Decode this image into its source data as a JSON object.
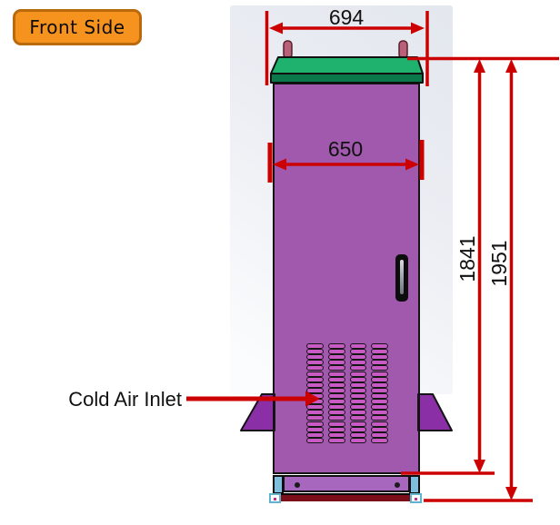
{
  "badge": {
    "label": "Front Side"
  },
  "dimensions": {
    "overall_width": "694",
    "cabinet_width": "650",
    "cabinet_height": "1841",
    "overall_height": "1951"
  },
  "labels": {
    "cold_air_inlet": "Cold Air Inlet"
  },
  "vents": {
    "columns": 4,
    "rows": 18
  },
  "colors": {
    "dimension_red": "#CC0000",
    "badge_orange": "#F6921E",
    "badge_border": "#B96A0C",
    "cabinet_purple": "#A159AE",
    "cap_green": "#1EB26E",
    "cap_green_dark": "#0A784A",
    "flange_purple": "#8B2FA6",
    "vent_magenta": "#C75BC3",
    "base_cyan": "#7FBEDC",
    "base_bar_purple": "#A767BF",
    "base_dark_red": "#7C0E1A",
    "bolt_pink": "#B96179"
  }
}
